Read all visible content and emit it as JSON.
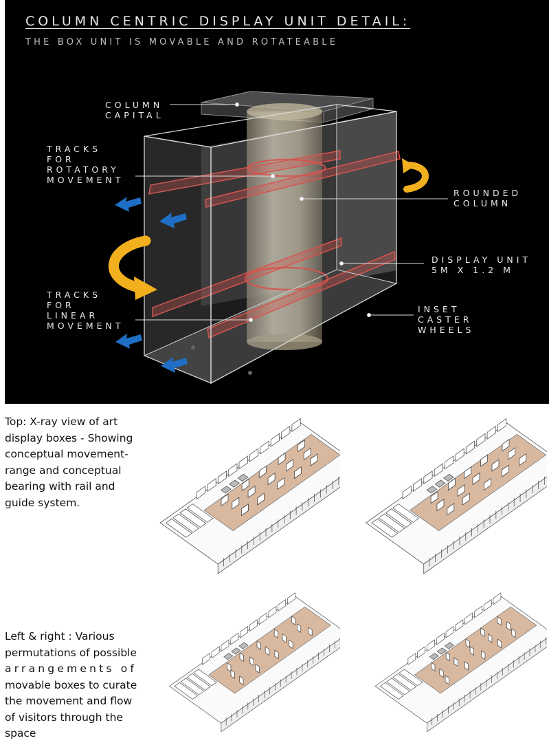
{
  "header": {
    "title": "COLUMN CENTRIC DISPLAY UNIT DETAIL:",
    "subtitle": "THE BOX UNIT IS MOVABLE AND ROTATEABLE"
  },
  "labels": {
    "column_capital": [
      "COLUMN",
      "CAPITAL"
    ],
    "tracks_rotatory": [
      "TRACKS",
      "FOR",
      "ROTATORY",
      "MOVEMENT"
    ],
    "rounded_column": [
      "ROUNDED",
      "COLUMN"
    ],
    "display_unit": [
      "DISPLAY UNIT",
      "5M X 1.2 M"
    ],
    "tracks_linear": [
      "TRACKS",
      "FOR",
      "LINEAR",
      "MOVEMENT"
    ],
    "inset_caster": [
      "INSET",
      "CASTER",
      "WHEELS"
    ]
  },
  "captions": {
    "top": [
      "Top: X-ray view of art",
      "display boxes - Showing",
      "conceptual movement-",
      "range and conceptual",
      "bearing with rail and",
      "guide system."
    ],
    "bottom": [
      "Left & right : Various",
      "permutations of possible",
      "arrangements of",
      "movable boxes to curate",
      "the movement and flow",
      "of visitors through the",
      "space"
    ]
  },
  "colors": {
    "background_dark": "#000000",
    "rail_red": "#e2453f",
    "arrow_yellow": "#f2b01e",
    "arrow_blue": "#1f6fc6",
    "floor_tan": "#d8b9a0"
  }
}
